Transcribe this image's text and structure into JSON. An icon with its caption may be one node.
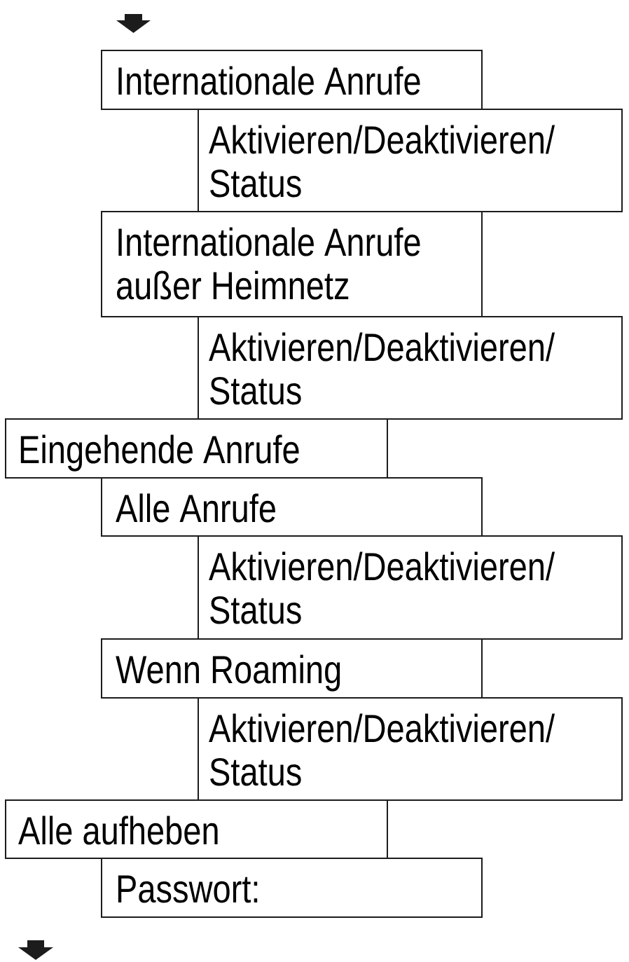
{
  "diagram": {
    "nodes": [
      {
        "text": [
          "Internationale Anrufe"
        ]
      },
      {
        "text": [
          "Aktivieren/Deaktivieren/ Status"
        ]
      },
      {
        "text": [
          "Internationale Anrufe außer Heimnetz"
        ]
      },
      {
        "text": [
          "Aktivieren/Deaktivieren/ Status"
        ]
      },
      {
        "text": [
          "Eingehende Anrufe"
        ]
      },
      {
        "text": [
          "Alle Anrufe"
        ]
      },
      {
        "text": [
          "Aktivieren/Deaktivieren/ Status"
        ]
      },
      {
        "text": [
          "Wenn Roaming"
        ]
      },
      {
        "text": [
          "Aktivieren/Deaktivieren/ Status"
        ]
      },
      {
        "text": [
          "Alle aufheben"
        ]
      },
      {
        "text": [
          "Passwort:"
        ]
      }
    ]
  }
}
